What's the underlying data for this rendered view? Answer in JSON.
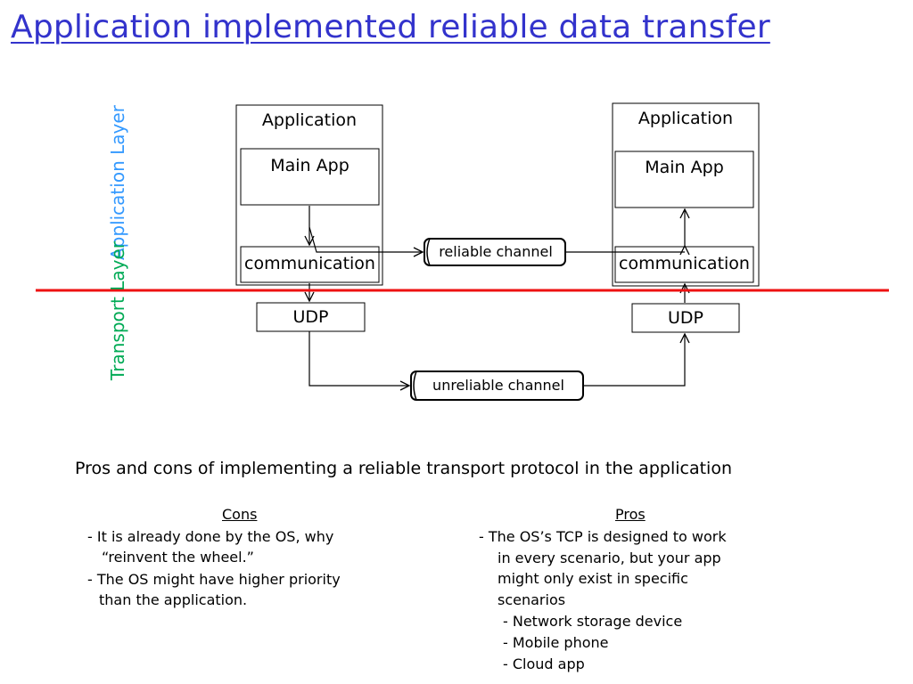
{
  "title": "Application implemented reliable data transfer",
  "layers": {
    "application": "Application Layer",
    "transport": "Transport Layer"
  },
  "left_host": {
    "application": "Application",
    "main_app": "Main App",
    "communication": "communication",
    "udp": "UDP"
  },
  "right_host": {
    "application": "Application",
    "main_app": "Main App",
    "communication": "communication",
    "udp": "UDP"
  },
  "channels": {
    "reliable": "reliable channel",
    "unreliable": "unreliable channel"
  },
  "subtitle": "Pros and cons of implementing a reliable transport protocol in the application",
  "cons": {
    "heading": "Cons",
    "items": [
      "- It is already done by the OS, why",
      "“reinvent the wheel.”",
      "- The OS might have higher priority",
      "than the application."
    ]
  },
  "pros": {
    "heading": "Pros",
    "items": [
      "-  The OS’s TCP is designed to work",
      "in every scenario, but your app",
      "might only exist in specific",
      "scenarios",
      "- Network storage device",
      "- Mobile phone",
      "- Cloud app"
    ]
  },
  "colors": {
    "title": "#3333cc",
    "application_layer": "#3399ff",
    "transport_layer": "#00aa55",
    "divider": "#ee1111"
  }
}
